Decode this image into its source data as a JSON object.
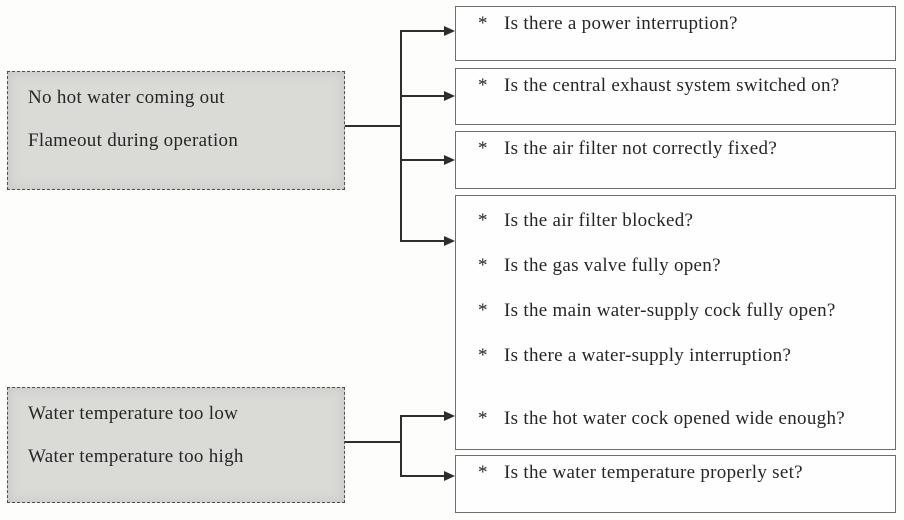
{
  "bullet": "*",
  "colors": {
    "left_box_fill": "#dadad7",
    "left_box_border": "#4f4f4f",
    "right_box_border": "#6e6e6e",
    "connector": "#2e2e2e",
    "text": "#262626",
    "background": "#fdfdfc"
  },
  "left_boxes": [
    {
      "lines": [
        "No hot water coming out",
        "Flameout during operation"
      ]
    },
    {
      "lines": [
        "Water temperature too low",
        "Water temperature too high"
      ]
    }
  ],
  "right_boxes": [
    {
      "items": [
        "Is there a power interruption?"
      ]
    },
    {
      "items": [
        "Is the central exhaust system switched on?"
      ]
    },
    {
      "items": [
        "Is the air filter not correctly fixed?"
      ]
    },
    {
      "items": [
        "Is the air filter blocked?",
        "Is the gas valve fully open?",
        "Is the main water-supply cock fully open?",
        "Is there a water-supply interruption?",
        "Is the hot water cock opened wide enough?"
      ]
    },
    {
      "items": [
        "Is the water temperature properly set?"
      ]
    }
  ]
}
